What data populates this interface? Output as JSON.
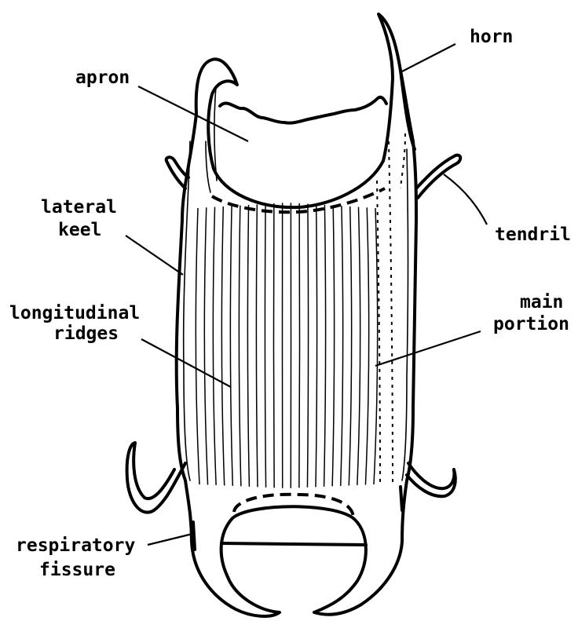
{
  "diagram": {
    "labels": {
      "horn": "horn",
      "apron": "apron",
      "lateral_keel_1": "lateral",
      "lateral_keel_2": "keel",
      "tendril": "tendril",
      "longitudinal_ridges_1": "longitudinal",
      "longitudinal_ridges_2": "ridges",
      "main_portion_1": "main",
      "main_portion_2": "portion",
      "respiratory_fissure_1": "respiratory",
      "respiratory_fissure_2": "fissure"
    }
  }
}
